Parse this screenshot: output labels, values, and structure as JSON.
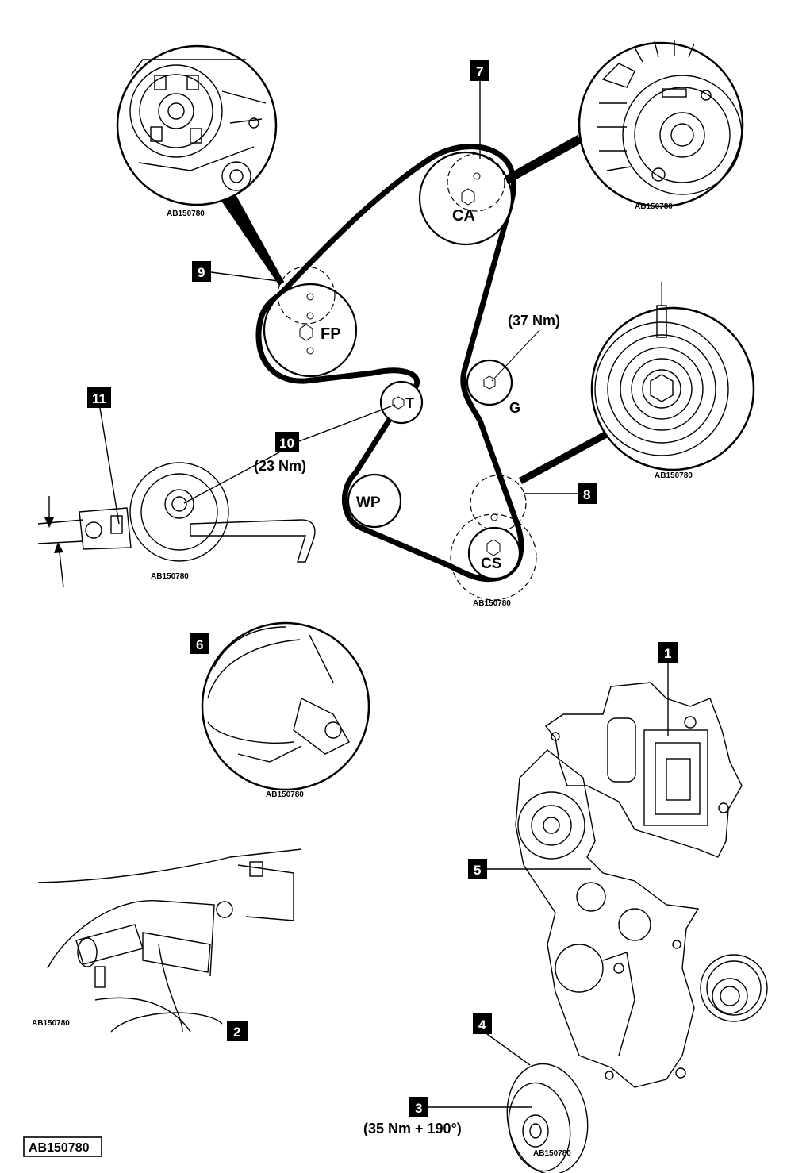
{
  "reference_code": "AB150780",
  "inset_reference": "AB150780",
  "callouts": [
    "1",
    "2",
    "3",
    "4",
    "5",
    "6",
    "7",
    "8",
    "9",
    "10",
    "11"
  ],
  "pulley_labels": {
    "camshaft": "CA",
    "fuel_pump": "FP",
    "tensioner": "T",
    "guide": "G",
    "water_pump": "WP",
    "crankshaft": "CS"
  },
  "torques": {
    "guide": "(37 Nm)",
    "tensioner": "(23 Nm)",
    "crank_pulley": "(35 Nm + 190°)"
  }
}
